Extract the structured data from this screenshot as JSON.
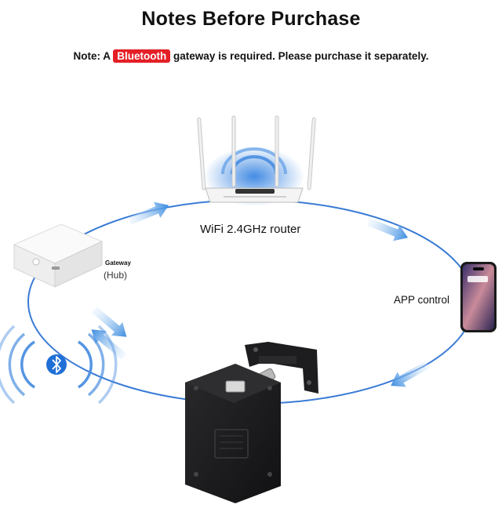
{
  "title": "Notes Before Purchase",
  "note": {
    "prefix": "Note: A ",
    "highlight": "Bluetooth",
    "suffix": " gateway is required. Please purchase it separately."
  },
  "labels": {
    "router": "WiFi 2.4GHz router",
    "app": "APP control",
    "gateway": "Gateway",
    "hub": "(Hub)"
  },
  "colors": {
    "highlight": "#e41f26",
    "cycle": "#3a7bd5",
    "arrow": "#5aa0e6",
    "lock": "#1d1d1f"
  },
  "icons": {
    "router": "router-icon",
    "gateway": "gateway-hub-icon",
    "phone": "smartphone-icon",
    "lock": "cabinet-lock-icon",
    "bluetooth": "bluetooth-icon"
  }
}
